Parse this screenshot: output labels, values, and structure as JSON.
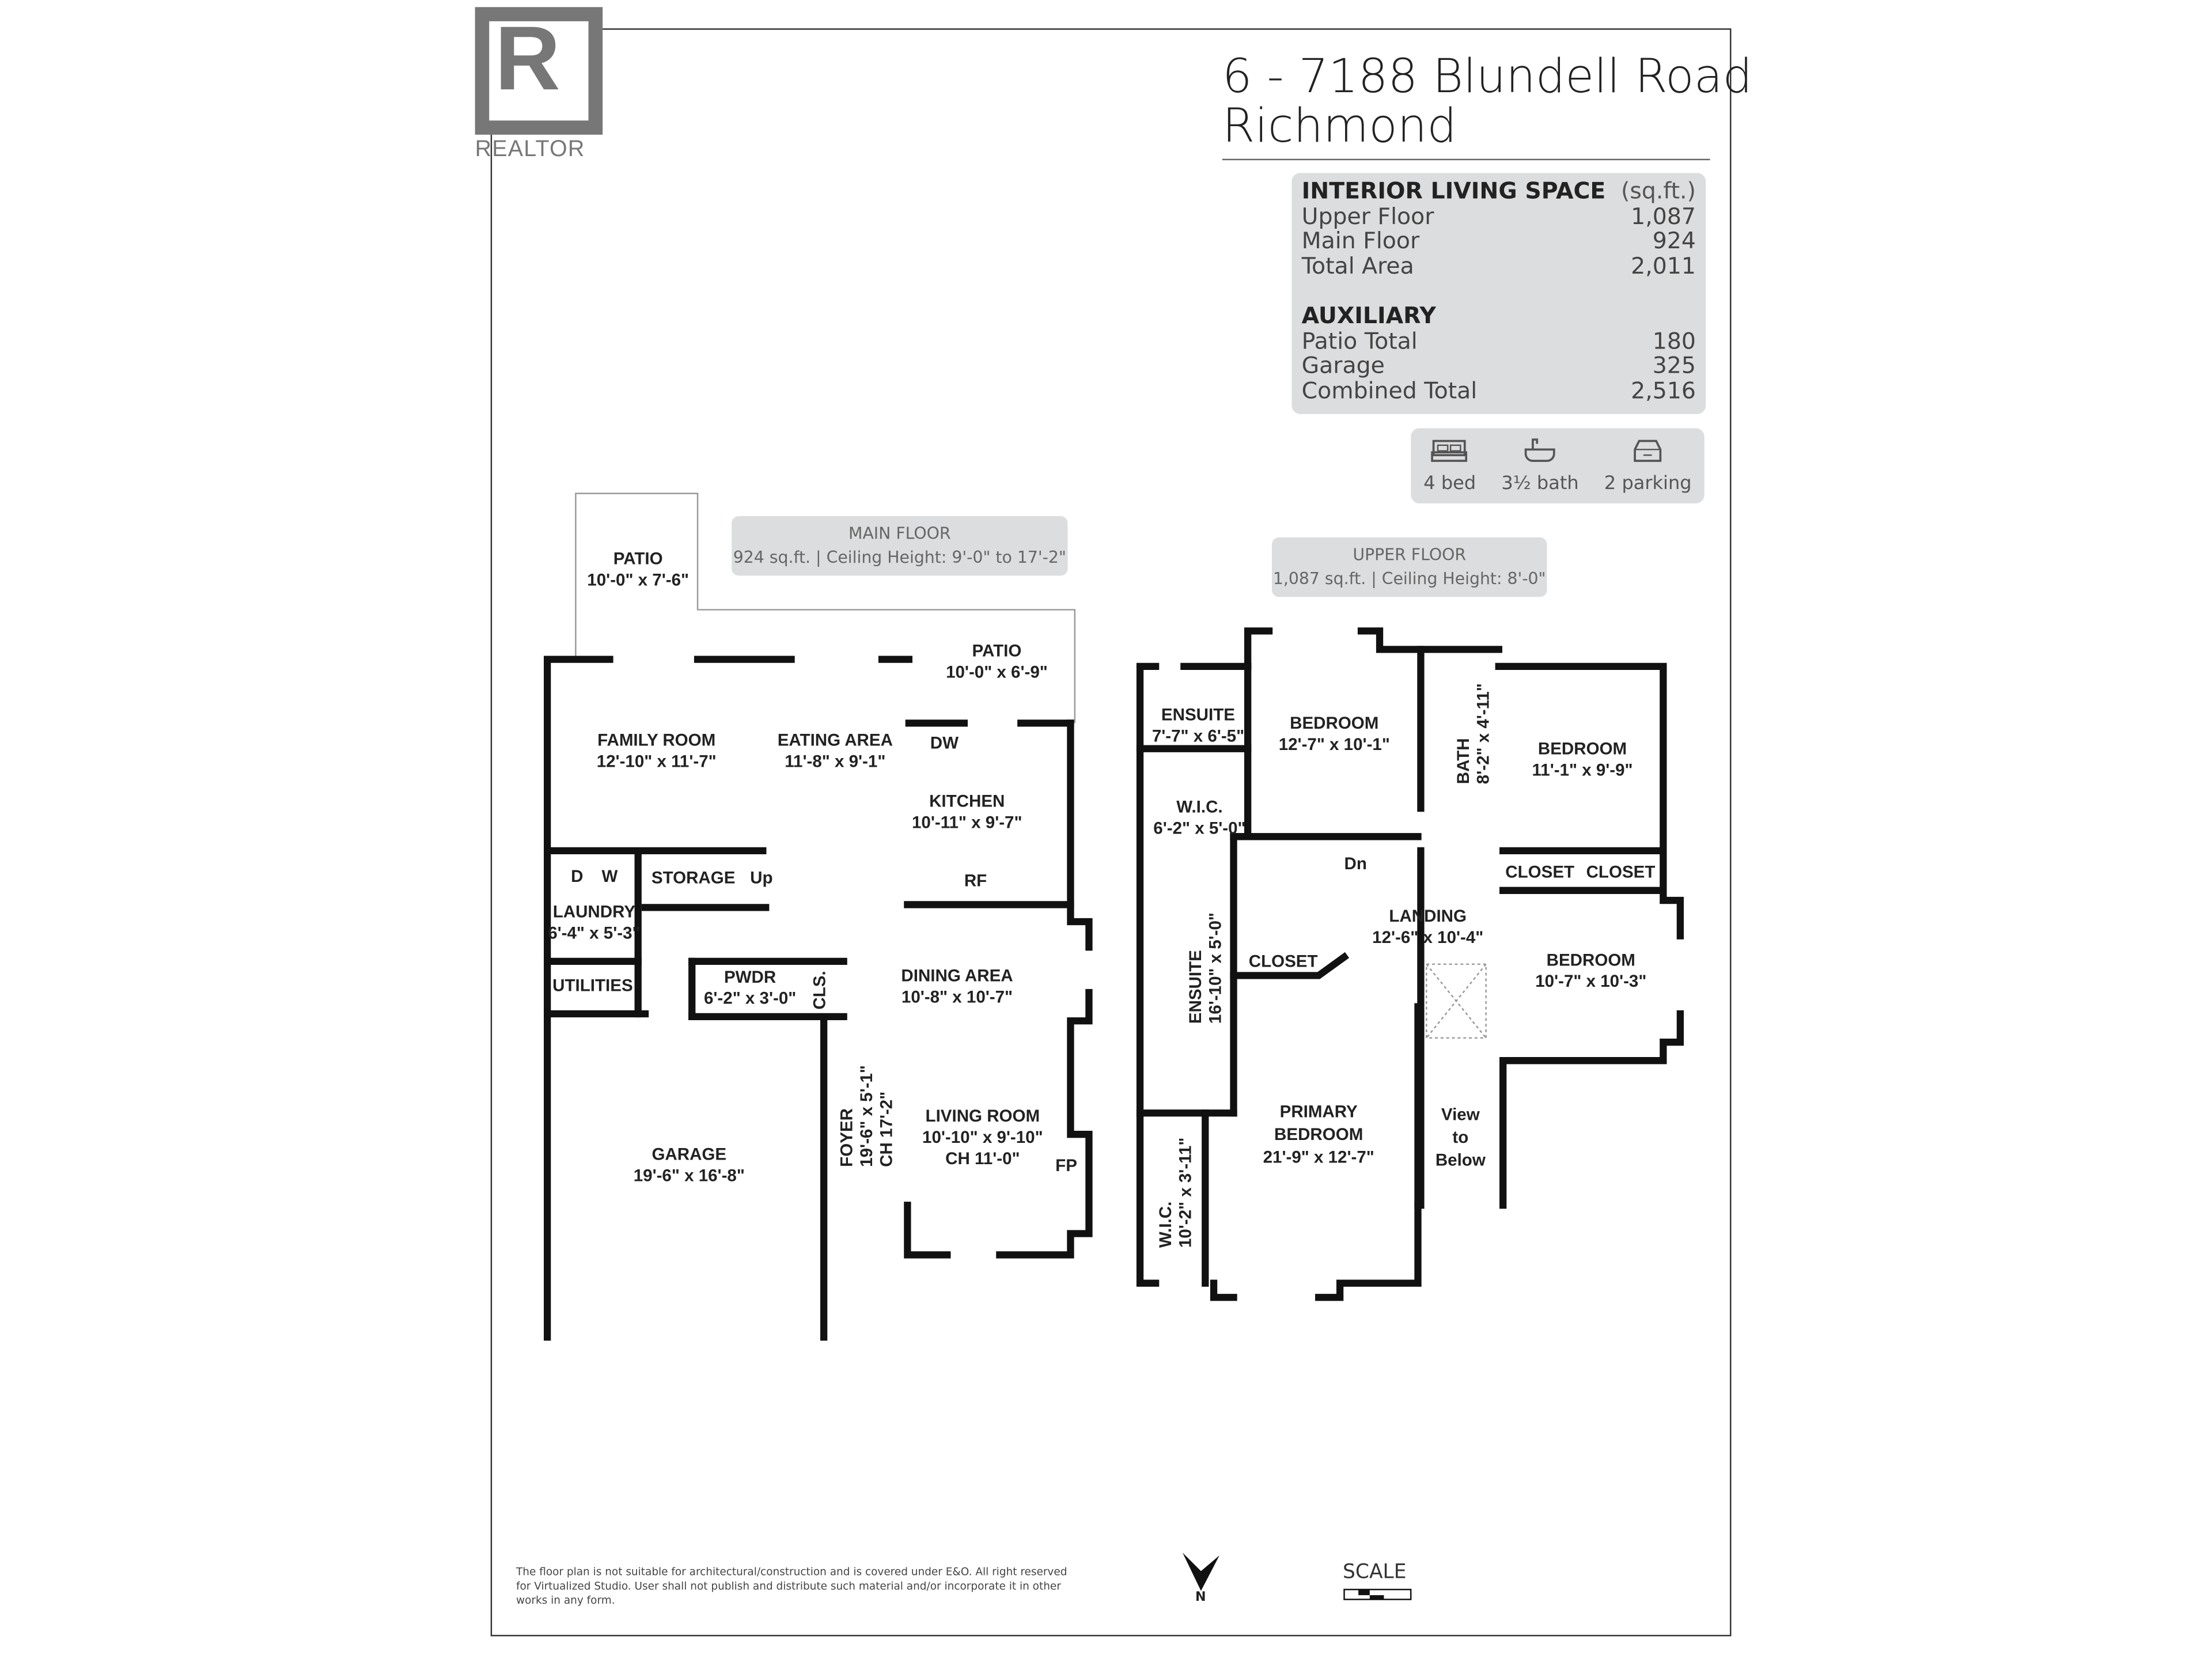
{
  "logo": {
    "text": "REALTOR",
    "mark": "R"
  },
  "header": {
    "line1": "6 - 7188 Blundell Road",
    "line2": "Richmond"
  },
  "summary": {
    "interior": {
      "heading": "INTERIOR LIVING SPACE",
      "unit": "(sq.ft.)",
      "rows": [
        {
          "label": "Upper Floor",
          "value": "1,087"
        },
        {
          "label": "Main Floor",
          "value": "924"
        },
        {
          "label": "Total Area",
          "value": "2,011"
        }
      ]
    },
    "auxiliary": {
      "heading": "AUXILIARY",
      "rows": [
        {
          "label": "Patio Total",
          "value": "180"
        },
        {
          "label": "Garage",
          "value": "325"
        },
        {
          "label": "Combined Total",
          "value": "2,516"
        }
      ]
    }
  },
  "features": [
    {
      "icon": "bed-icon",
      "label": "4 bed"
    },
    {
      "icon": "bathtub-icon",
      "label": "3½ bath"
    },
    {
      "icon": "car-icon",
      "label": "2 parking"
    }
  ],
  "main_floor": {
    "title": "MAIN FLOOR",
    "subtitle": "924 sq.ft. | Ceiling Height: 9'-0\" to 17'-2\"",
    "rooms": [
      {
        "name": "PATIO",
        "dims": "10'-0\" x 7'-6\""
      },
      {
        "name": "PATIO",
        "dims": "10'-0\" x 6'-9\""
      },
      {
        "name": "FAMILY ROOM",
        "dims": "12'-10\" x 11'-7\""
      },
      {
        "name": "EATING AREA",
        "dims": "11'-8\" x 9'-1\""
      },
      {
        "name": "KITCHEN",
        "dims": "10'-11\" x 9'-7\""
      },
      {
        "name": "LAUNDRY",
        "dims": "6'-4\" x 5'-3\""
      },
      {
        "name": "STORAGE",
        "dims": ""
      },
      {
        "name": "UTILITIES",
        "dims": ""
      },
      {
        "name": "PWDR",
        "dims": "6'-2\" x 3'-0\""
      },
      {
        "name": "DINING AREA",
        "dims": "10'-8\" x 10'-7\""
      },
      {
        "name": "LIVING ROOM",
        "dims": "10'-10\" x 9'-10\"",
        "extra": "CH 11'-0\""
      },
      {
        "name": "GARAGE",
        "dims": "19'-6\" x 16'-8\""
      },
      {
        "name": "FOYER",
        "dims": "19'-6\" x 5'-1\"",
        "extra": "CH 17'-2\""
      }
    ],
    "fixtures": {
      "dw": "DW",
      "rf": "RF",
      "d": "D",
      "w": "W",
      "up": "Up",
      "cls": "CLS.",
      "fp": "FP"
    }
  },
  "upper_floor": {
    "title": "UPPER FLOOR",
    "subtitle": "1,087 sq.ft. | Ceiling Height: 8'-0\"",
    "rooms": [
      {
        "name": "ENSUITE",
        "dims": "7'-7\" x 6'-5\""
      },
      {
        "name": "BEDROOM",
        "dims": "12'-7\" x 10'-1\""
      },
      {
        "name": "BATH",
        "dims": "8'-2\" x 4'-11\""
      },
      {
        "name": "BEDROOM",
        "dims": "11'-1\" x 9'-9\""
      },
      {
        "name": "W.I.C.",
        "dims": "6'-2\" x 5'-0\""
      },
      {
        "name": "CLOSET",
        "dims": ""
      },
      {
        "name": "CLOSET",
        "dims": ""
      },
      {
        "name": "LANDING",
        "dims": "12'-6\" x 10'-4\""
      },
      {
        "name": "BEDROOM",
        "dims": "10'-7\" x 10'-3\""
      },
      {
        "name": "CLOSET",
        "dims": ""
      },
      {
        "name": "ENSUITE",
        "dims": "16'-10\" x 5'-0\""
      },
      {
        "name": "PRIMARY BEDROOM",
        "dims": "21'-9\" x 12'-7\""
      },
      {
        "name": "W.I.C.",
        "dims": "10'-2\" x 3'-11\""
      },
      {
        "name": "View to Below",
        "dims": ""
      }
    ],
    "fixtures": {
      "dn": "Dn"
    }
  },
  "footer": {
    "disclaimer": "The floor plan is not suitable for architectural/construction and is covered under E&O. All right reserved for Virtualized Studio. User shall not publish and distribute such material and/or incorporate it in other works in any form.",
    "north": "N",
    "scale": "SCALE"
  }
}
